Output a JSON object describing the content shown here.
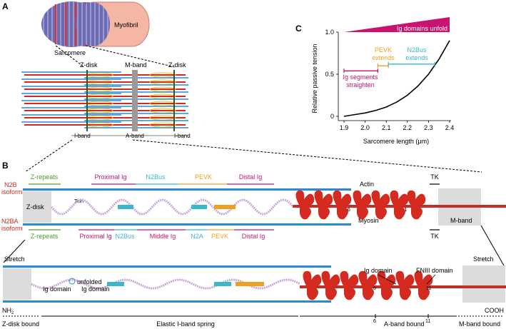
{
  "panel_a": {
    "letter": "A",
    "myofibril_label": "Myofibril",
    "sarcomere_label": "Sarcomere",
    "zdisk_left": "Z-disk",
    "mband": "M-band",
    "zdisk_right": "Z-disk",
    "iband_left": "I-band",
    "aband": "A-band",
    "iband_right": "I-band"
  },
  "panel_b": {
    "letter": "B",
    "n2b_line1": "N2B",
    "n2b_line2": "isoform",
    "n2ba_line1": "N2BA",
    "n2ba_line2": "isoform",
    "top_segments": {
      "zrepeats": "Z-repeats",
      "proximal": "Proximal Ig",
      "n2bus": "N2Bus",
      "pevk": "PEVK",
      "distal": "Distal Ig",
      "tk": "TK"
    },
    "bottom_segments": {
      "zrepeats": "Z-repeats",
      "proximal": "Proximal Ig",
      "n2bus": "N2Bus",
      "middle": "Middle Ig",
      "n2a": "N2A",
      "pevk": "PEVK",
      "distal": "Distal Ig",
      "tk": "TK"
    },
    "actin": "Actin",
    "zdisk": "Z-disk",
    "titin": "Titin",
    "myosin": "Myosin",
    "mband": "M-band",
    "num6_top": "6",
    "num11_top": "11",
    "stretch_left": "Stretch",
    "stretch_right": "Stretch",
    "ig_domain_left": "Ig domain",
    "unfolded_line1": "unfolded",
    "unfolded_line2": "Ig domain",
    "ig_domain_right": "Ig domain",
    "fniii_domain": "FNIII domain",
    "num6_bottom": "6",
    "num11_bottom": "11",
    "nh2": "NH",
    "nh2_sub": "2",
    "cooh": "COOH",
    "zdisk_bound": "Z-disk bound",
    "elastic": "Elastic I-band spring",
    "aband_bound": "A-band bound",
    "mband_bound": "M-band bound",
    "scale_6": "6",
    "scale_11": "11"
  },
  "panel_c": {
    "letter": "C",
    "unfold_label": "Ig domains unfold",
    "pevk_line1": "PEVK",
    "pevk_line2": "extends",
    "n2bus_line1": "N2Bus",
    "n2bus_line2": "extends",
    "igseg_line1": "Ig segments",
    "igseg_line2": "straighten",
    "colors": {
      "pink": "#c8146e",
      "orange": "#f0a020",
      "cyan": "#38b8c8",
      "green": "#50a030",
      "red": "#d42a20",
      "blue": "#2a8ad0"
    }
  },
  "chart_data": {
    "type": "line",
    "xlabel": "Sarcomere length (μm)",
    "ylabel": "Relative passive tension",
    "xlim": [
      1.9,
      2.4
    ],
    "ylim": [
      0,
      1.0
    ],
    "x_ticks": [
      "1.9",
      "2.0",
      "2.1",
      "2.2",
      "2.3",
      "2.4"
    ],
    "y_ticks": [
      "0",
      "0.5",
      "1.0"
    ],
    "x": [
      1.9,
      1.95,
      2.0,
      2.05,
      2.1,
      2.15,
      2.2,
      2.25,
      2.3,
      2.35,
      2.4
    ],
    "y": [
      0.0,
      0.02,
      0.04,
      0.07,
      0.11,
      0.17,
      0.25,
      0.36,
      0.5,
      0.68,
      0.9
    ],
    "grid": false,
    "ranges": [
      {
        "name": "Ig segments straighten",
        "x": [
          1.9,
          2.06
        ],
        "y": 0.54
      },
      {
        "name": "PEVK extends",
        "x": [
          2.06,
          2.11
        ],
        "y": 0.6
      },
      {
        "name": "N2Bus extends",
        "x": [
          2.11,
          2.33
        ],
        "y": 0.62
      }
    ]
  }
}
